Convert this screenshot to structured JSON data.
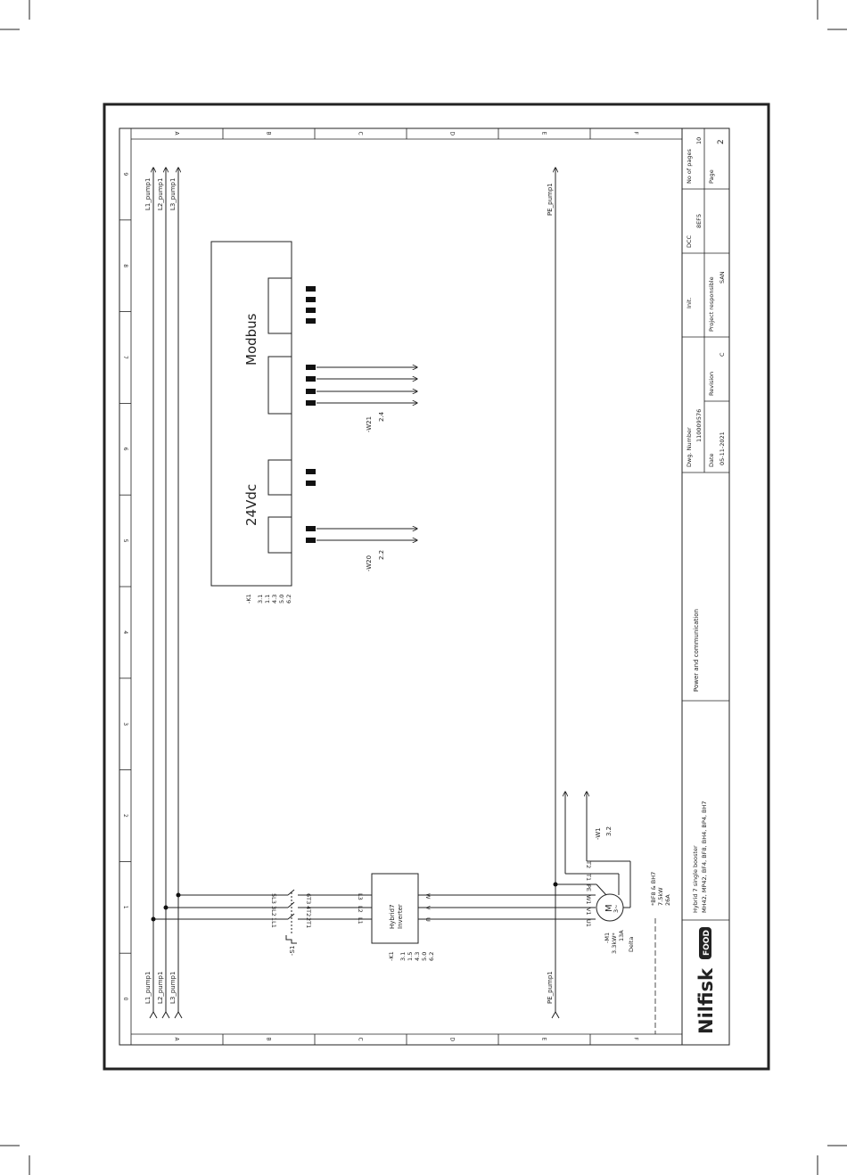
{
  "row_letters": [
    "A",
    "B",
    "C",
    "D",
    "E",
    "F"
  ],
  "col_numbers": [
    "9",
    "8",
    "7",
    "6",
    "5",
    "4",
    "3",
    "2",
    "1",
    "0"
  ],
  "wires_top": [
    "L1_pump1",
    "L2_pump1",
    "L3_pump1"
  ],
  "wires_bottom": [
    "L1_pump1",
    "L2_pump1",
    "L3_pump1"
  ],
  "pe_top": "PE_pump1",
  "pe_bottom": "PE_pump1",
  "k1_main": {
    "modbus_label": "Modbus",
    "power_label": "24Vdc",
    "ref_lines": [
      "-K1",
      "3.1",
      "1.1",
      "4.3",
      "5.0",
      "6.2"
    ]
  },
  "w21": {
    "label": "-W21",
    "ref": "2.4"
  },
  "w20": {
    "label": "-W20",
    "ref": "2.2"
  },
  "switch_s1": {
    "label": "-S1",
    "top_terms": [
      "5L3",
      "3L2",
      "1L1"
    ],
    "bottom_terms": [
      "6T3",
      "4T2",
      "2T1"
    ]
  },
  "inverter": {
    "label_line1": "Hybrid7",
    "label_line2": "Inverter",
    "in_terms": [
      "L3",
      "L2",
      "L1"
    ],
    "out_terms": [
      "W",
      "V",
      "U"
    ],
    "ref_lines": [
      "-K1",
      "3.1",
      "1.5",
      "4.3",
      "5.0",
      "6.2"
    ]
  },
  "motor": {
    "terms": [
      "T2",
      "T1",
      "PE",
      "W1",
      "V1",
      "U1"
    ],
    "symbol_m": "M",
    "symbol_phase": "3~",
    "left_lines": [
      "-M1",
      "3.3kW*",
      "13A",
      "Delta"
    ],
    "note_lines": [
      "*BF8 & BH7",
      "7.5kW",
      "26A"
    ]
  },
  "w1": {
    "label": "-W1",
    "ref": "3.2"
  },
  "title_block": {
    "logo_main": "Nilfisk",
    "logo_badge": "FOOD",
    "product_line1": "Hybrid 7 single booster",
    "product_line2": "MH42, MP42, BF4, BF8, BH4, BP4, BH7",
    "sheet_title": "Power and communication",
    "dwg_label": "Dwg. Number",
    "dwg_value": "110009576",
    "date_label": "Date",
    "date_value": "05-11-2021",
    "revision_label": "Revision",
    "revision_value": "C",
    "init_label": "Init.",
    "responsible_label": "Project responsible",
    "responsible_value": "SAN",
    "dcc_label": "DCC",
    "dcc_value": "8EF5",
    "pages_label": "No of pages",
    "pages_value": "10",
    "page_label": "Page",
    "page_value": "2"
  }
}
